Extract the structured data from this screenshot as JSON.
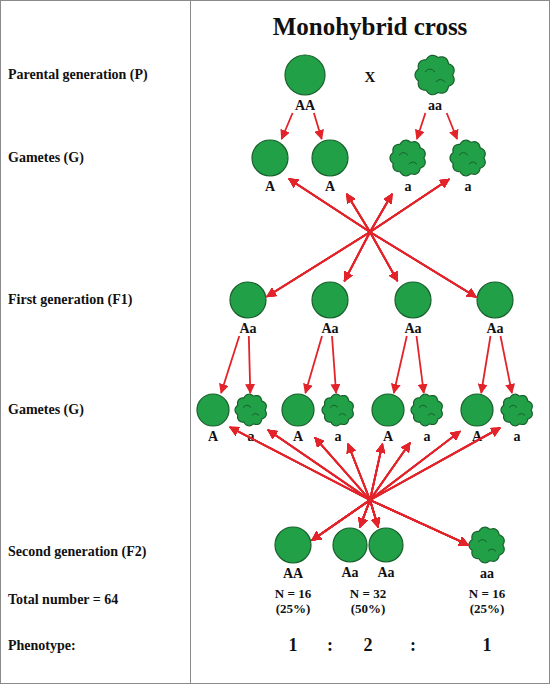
{
  "diagram": {
    "title": "Monohybrid cross",
    "nodes": [
      {
        "text": [
          "AA"
        ]
      },
      {
        "text": [
          "aa"
        ]
      },
      {
        "text": [
          "A"
        ]
      },
      {
        "text": [
          "A"
        ]
      },
      {
        "text": [
          "a"
        ]
      },
      {
        "text": [
          "a"
        ]
      },
      {
        "text": [
          "Aa"
        ]
      },
      {
        "text": [
          "Aa"
        ]
      },
      {
        "text": [
          "Aa"
        ]
      },
      {
        "text": [
          "Aa"
        ]
      },
      {
        "text": [
          "A"
        ]
      },
      {
        "text": [
          "a"
        ]
      },
      {
        "text": [
          "A"
        ]
      },
      {
        "text": [
          "a"
        ]
      },
      {
        "text": [
          "A"
        ]
      },
      {
        "text": [
          "a"
        ]
      },
      {
        "text": [
          "A"
        ]
      },
      {
        "text": [
          "a"
        ]
      },
      {
        "text": [
          "AA"
        ]
      },
      {
        "text": [
          "Aa"
        ]
      },
      {
        "text": [
          "Aa"
        ]
      },
      {
        "text": [
          "aa"
        ]
      }
    ],
    "edges": [
      {
        "from": 0,
        "to": 2,
        "arrow": "to"
      },
      {
        "from": 0,
        "to": 3,
        "arrow": "to"
      },
      {
        "from": 1,
        "to": 4,
        "arrow": "to"
      },
      {
        "from": 1,
        "to": 5,
        "arrow": "to"
      },
      {
        "from": 2,
        "to": 6,
        "arrow": "both"
      },
      {
        "from": 2,
        "to": 7,
        "arrow": "both"
      },
      {
        "from": 2,
        "to": 8,
        "arrow": "both"
      },
      {
        "from": 2,
        "to": 9,
        "arrow": "both"
      },
      {
        "from": 3,
        "to": 6,
        "arrow": "both"
      },
      {
        "from": 3,
        "to": 7,
        "arrow": "both"
      },
      {
        "from": 3,
        "to": 8,
        "arrow": "both"
      },
      {
        "from": 3,
        "to": 9,
        "arrow": "both"
      },
      {
        "from": 4,
        "to": 6,
        "arrow": "both"
      },
      {
        "from": 4,
        "to": 7,
        "arrow": "both"
      },
      {
        "from": 4,
        "to": 8,
        "arrow": "both"
      },
      {
        "from": 4,
        "to": 9,
        "arrow": "both"
      },
      {
        "from": 5,
        "to": 6,
        "arrow": "both"
      },
      {
        "from": 5,
        "to": 7,
        "arrow": "both"
      },
      {
        "from": 5,
        "to": 8,
        "arrow": "both"
      },
      {
        "from": 5,
        "to": 9,
        "arrow": "both"
      },
      {
        "from": 6,
        "to": 10,
        "arrow": "to"
      },
      {
        "from": 6,
        "to": 11,
        "arrow": "to"
      },
      {
        "from": 7,
        "to": 12,
        "arrow": "to"
      },
      {
        "from": 7,
        "to": 13,
        "arrow": "to"
      },
      {
        "from": 8,
        "to": 14,
        "arrow": "to"
      },
      {
        "from": 8,
        "to": 15,
        "arrow": "to"
      },
      {
        "from": 9,
        "to": 16,
        "arrow": "to"
      },
      {
        "from": 9,
        "to": 17,
        "arrow": "to"
      },
      {
        "from": 10,
        "to": 18,
        "arrow": "both"
      },
      {
        "from": 10,
        "to": 19,
        "arrow": "both"
      },
      {
        "from": 10,
        "to": 20,
        "arrow": "both"
      },
      {
        "from": 10,
        "to": 21,
        "arrow": "both"
      },
      {
        "from": 11,
        "to": 18,
        "arrow": "both"
      },
      {
        "from": 11,
        "to": 19,
        "arrow": "both"
      },
      {
        "from": 11,
        "to": 20,
        "arrow": "both"
      },
      {
        "from": 11,
        "to": 21,
        "arrow": "both"
      },
      {
        "from": 12,
        "to": 18,
        "arrow": "both"
      },
      {
        "from": 12,
        "to": 19,
        "arrow": "both"
      },
      {
        "from": 12,
        "to": 20,
        "arrow": "both"
      },
      {
        "from": 12,
        "to": 21,
        "arrow": "both"
      },
      {
        "from": 13,
        "to": 18,
        "arrow": "both"
      },
      {
        "from": 13,
        "to": 19,
        "arrow": "both"
      },
      {
        "from": 13,
        "to": 20,
        "arrow": "both"
      },
      {
        "from": 13,
        "to": 21,
        "arrow": "both"
      },
      {
        "from": 14,
        "to": 18,
        "arrow": "both"
      },
      {
        "from": 14,
        "to": 19,
        "arrow": "both"
      },
      {
        "from": 14,
        "to": 20,
        "arrow": "both"
      },
      {
        "from": 14,
        "to": 21,
        "arrow": "both"
      },
      {
        "from": 15,
        "to": 18,
        "arrow": "both"
      },
      {
        "from": 15,
        "to": 19,
        "arrow": "both"
      },
      {
        "from": 15,
        "to": 20,
        "arrow": "both"
      },
      {
        "from": 15,
        "to": 21,
        "arrow": "both"
      },
      {
        "from": 16,
        "to": 18,
        "arrow": "both"
      },
      {
        "from": 16,
        "to": 19,
        "arrow": "both"
      },
      {
        "from": 16,
        "to": 20,
        "arrow": "both"
      },
      {
        "from": 16,
        "to": 21,
        "arrow": "both"
      },
      {
        "from": 17,
        "to": 18,
        "arrow": "both"
      },
      {
        "from": 17,
        "to": 19,
        "arrow": "both"
      },
      {
        "from": 17,
        "to": 20,
        "arrow": "both"
      },
      {
        "from": 17,
        "to": 21,
        "arrow": "both"
      }
    ],
    "labels": [
      "Parental generation (P)",
      "X",
      "Gametes (G)",
      "First generation (F1)",
      "Gametes (G)",
      "Second generation (F2)",
      "Total number = 64",
      "N = 16",
      "(25%)",
      "N = 32",
      "(50%)",
      "N = 16",
      "(25%)",
      "Phenotype:",
      "1",
      ":",
      "2",
      ":",
      "1"
    ]
  }
}
